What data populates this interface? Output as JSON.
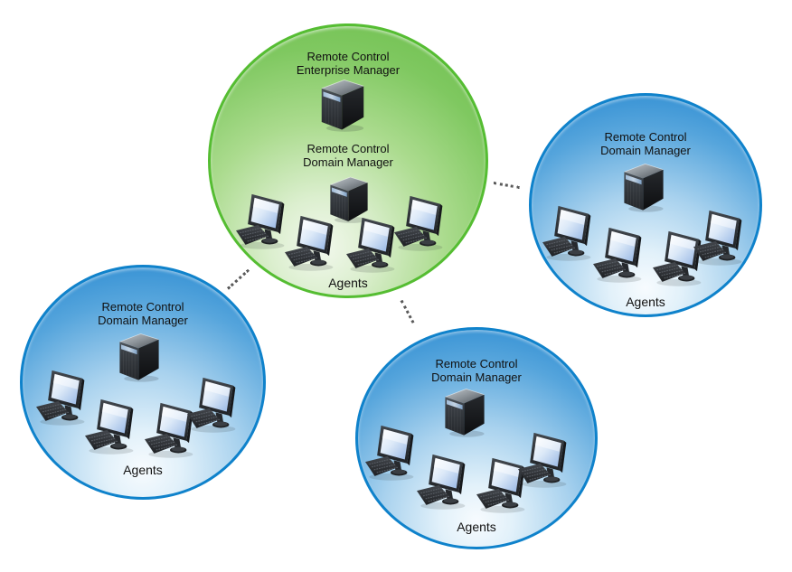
{
  "clusters": [
    {
      "id": "enterprise",
      "circle_color": "green",
      "servers": [
        {
          "icon": "server-tower-icon",
          "label_line1": "Remote Control",
          "label_line2": "Enterprise Manager"
        },
        {
          "icon": "server-tower-icon",
          "label_line1": "Remote Control",
          "label_line2": "Domain Manager"
        }
      ],
      "agent_count": 4,
      "agent_icon": "desktop-computer-icon",
      "agents_label": "Agents"
    },
    {
      "id": "domain-right",
      "circle_color": "blue",
      "servers": [
        {
          "icon": "server-tower-icon",
          "label_line1": "Remote Control",
          "label_line2": "Domain Manager"
        }
      ],
      "agent_count": 4,
      "agent_icon": "desktop-computer-icon",
      "agents_label": "Agents"
    },
    {
      "id": "domain-left",
      "circle_color": "blue",
      "servers": [
        {
          "icon": "server-tower-icon",
          "label_line1": "Remote Control",
          "label_line2": "Domain Manager"
        }
      ],
      "agent_count": 4,
      "agent_icon": "desktop-computer-icon",
      "agents_label": "Agents"
    },
    {
      "id": "domain-bottom",
      "circle_color": "blue",
      "servers": [
        {
          "icon": "server-tower-icon",
          "label_line1": "Remote Control",
          "label_line2": "Domain Manager"
        }
      ],
      "agent_count": 4,
      "agent_icon": "desktop-computer-icon",
      "agents_label": "Agents"
    }
  ],
  "connectors": [
    {
      "from": "enterprise",
      "to": "domain-right",
      "style": "dotted"
    },
    {
      "from": "enterprise",
      "to": "domain-left",
      "style": "dotted"
    },
    {
      "from": "enterprise",
      "to": "domain-bottom",
      "style": "dotted"
    }
  ],
  "colors": {
    "green_ring": "#55bd32",
    "green_fill_top": "#6fc04f",
    "green_fill_light": "#f2f8ed",
    "blue_ring": "#0f82cb",
    "blue_fill_top": "#2487ce",
    "blue_fill_light": "#f7fbfe",
    "connector_dot": "#5a5a5a",
    "text": "#111111"
  },
  "icons": {
    "server": "server-tower-icon",
    "agent": "desktop-computer-icon"
  }
}
